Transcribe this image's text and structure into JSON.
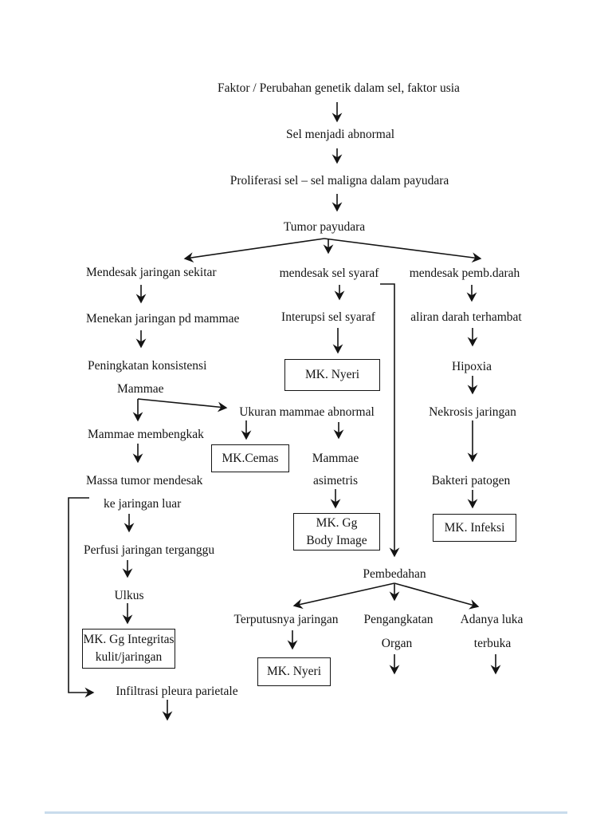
{
  "nodes": {
    "faktor_usia": "Faktor / Perubahan genetik dalam sel, faktor usia",
    "sel_abnormal": "Sel menjadi abnormal",
    "proliferasi": "Proliferasi sel – sel maligna dalam payudara",
    "tumor_payudara": "Tumor payudara",
    "mendesak_jaringan_sekitar": "Mendesak jaringan sekitar",
    "mendesak_sel_syaraf": "mendesak sel syaraf",
    "mendesak_pemb_darah": "mendesak pemb.darah",
    "menekan_jaringan": "Menekan jaringan pd mammae",
    "interupsi_sel_syaraf": "Interupsi sel syaraf",
    "aliran_darah_terhambat": "aliran darah terhambat",
    "peningkatan_konsistensi_line1": "Peningkatan konsistensi",
    "peningkatan_konsistensi_line2": "Mammae",
    "mk_nyeri_atas": "MK. Nyeri",
    "hipoxia": "Hipoxia",
    "ukuran_mammae_abnormal": "Ukuran mammae abnormal",
    "nekrosis_jaringan": "Nekrosis jaringan",
    "mammae_membengkak": "Mammae membengkak",
    "mk_cemas": "MK.Cemas",
    "mammae_asimetris_line1": "Mammae",
    "mammae_asimetris_line2": "asimetris",
    "massa_tumor_line1": "Massa tumor mendesak",
    "massa_tumor_line2": "ke jaringan luar",
    "bakteri_patogen": "Bakteri patogen",
    "mk_gg_body_image_line1": "MK. Gg",
    "mk_gg_body_image_line2": "Body Image",
    "mk_infeksi": "MK. Infeksi",
    "perfusi_jaringan": "Perfusi jaringan terganggu",
    "pembedahan": "Pembedahan",
    "ulkus": "Ulkus",
    "terputusnya_jaringan": "Terputusnya jaringan",
    "pengangkatan_line1": "Pengangkatan",
    "pengangkatan_line2": "Organ",
    "adanya_luka_line1": "Adanya luka",
    "adanya_luka_line2": "terbuka",
    "mk_gg_integritas_line1": "MK. Gg Integritas",
    "mk_gg_integritas_line2": "kulit/jaringan",
    "mk_nyeri_bawah": "MK. Nyeri",
    "infiltrasi_pleura": "Infiltrasi pleura parietale"
  },
  "colors": {
    "text": "#141414",
    "connector_line": "#141414",
    "box_border": "#141414",
    "page_background": "#ffffff",
    "footer_line": "#c9dcec"
  }
}
